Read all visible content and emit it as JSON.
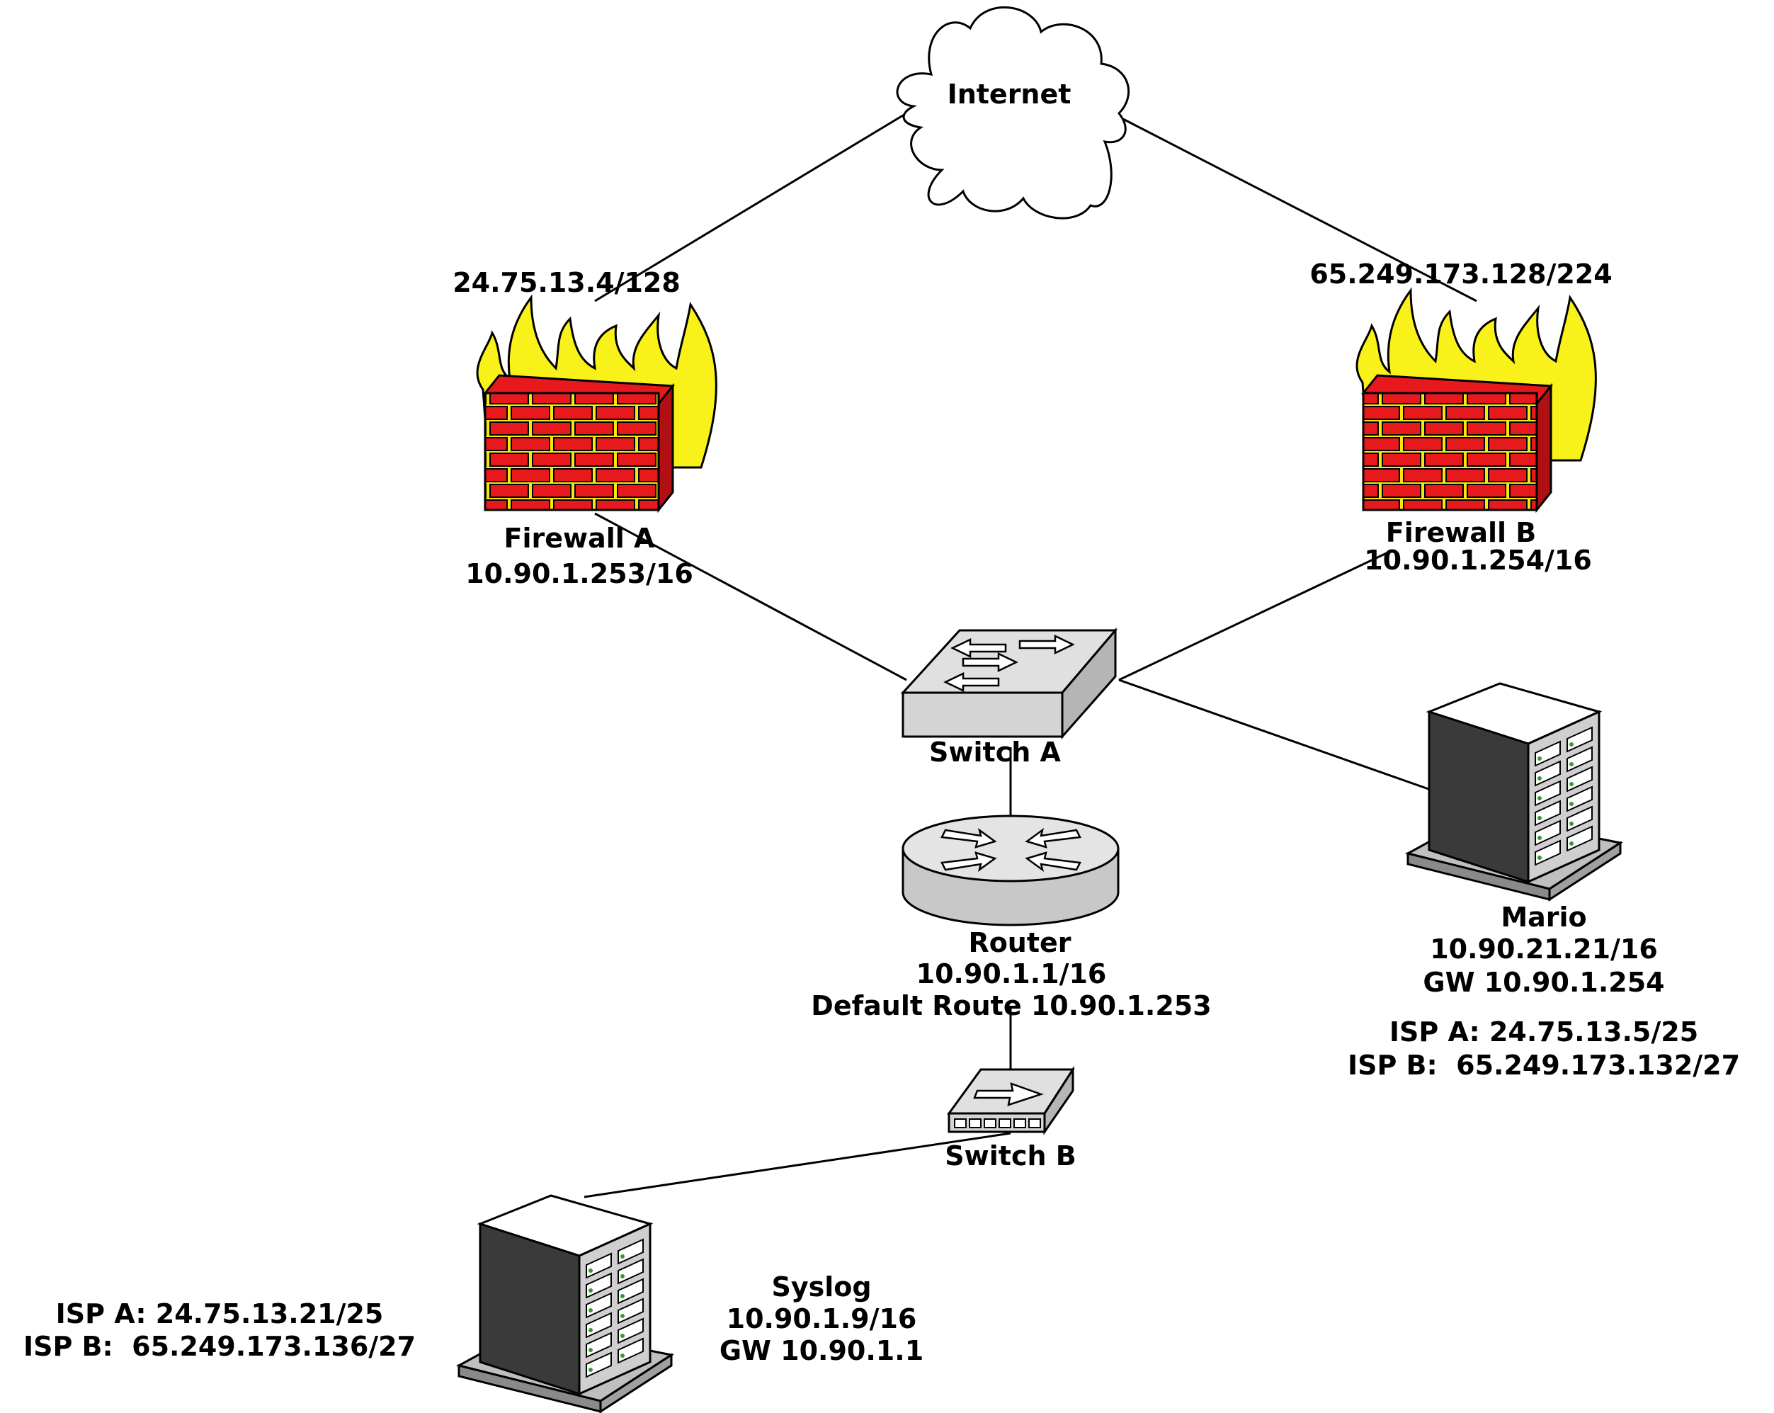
{
  "nodes": {
    "internet": {
      "label": "Internet",
      "icon": "cloud-icon"
    },
    "firewall_a": {
      "label": "Firewall A",
      "ip": "10.90.1.253/16",
      "external_ip": "24.75.13.4/128",
      "icon": "firewall-icon"
    },
    "firewall_b": {
      "label": "Firewall B",
      "ip": "10.90.1.254/16",
      "external_ip": "65.249.173.128/224",
      "icon": "firewall-icon"
    },
    "switch_a": {
      "label": "Switch A",
      "icon": "switch-icon"
    },
    "router": {
      "label": "Router",
      "ip": "10.90.1.1/16",
      "route": "Default Route 10.90.1.253",
      "icon": "router-icon"
    },
    "switch_b": {
      "label": "Switch B",
      "icon": "hub-icon"
    },
    "mario": {
      "label": "Mario",
      "ip": "10.90.21.21/16",
      "gw": "GW 10.90.1.254",
      "isp_a": "ISP A: 24.75.13.5/25",
      "isp_b": "ISP B:  65.249.173.132/27",
      "icon": "server-icon"
    },
    "syslog": {
      "label": "Syslog",
      "ip": "10.90.1.9/16",
      "gw": "GW 10.90.1.1",
      "isp_a": "ISP A: 24.75.13.21/25",
      "isp_b": "ISP B:  65.249.173.136/27",
      "icon": "server-icon"
    }
  },
  "colors": {
    "brick": "#e8191c",
    "mortar": "#f5e90a",
    "flame": "#f9f21a",
    "device_gray": "#d4d4d4",
    "server_dark": "#3a3a3a",
    "line": "#000000"
  }
}
